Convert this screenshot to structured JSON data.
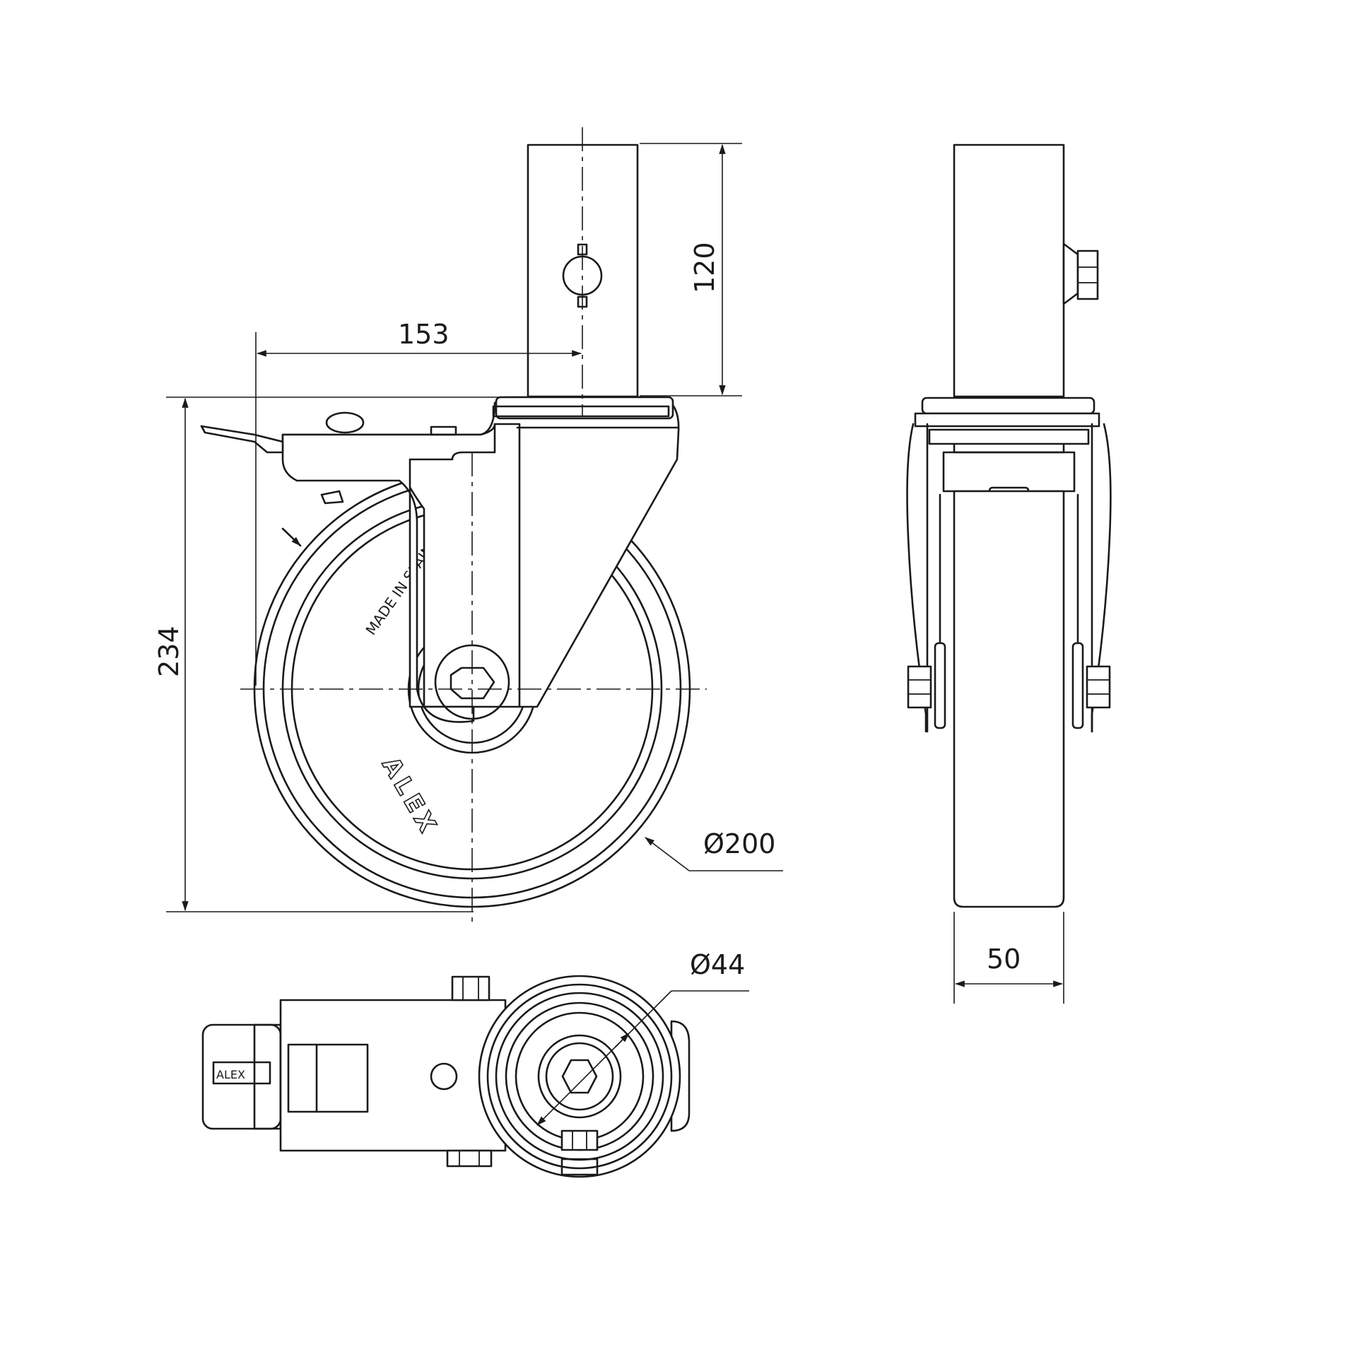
{
  "dimensions": {
    "stem_height": "120",
    "offset": "153",
    "overall_height": "234",
    "wheel_diameter": "Ø200",
    "wheel_width": "50",
    "stem_diameter": "Ø44"
  },
  "markings": {
    "made_in": "MADE IN SPAIN",
    "brand": "ALEX"
  }
}
